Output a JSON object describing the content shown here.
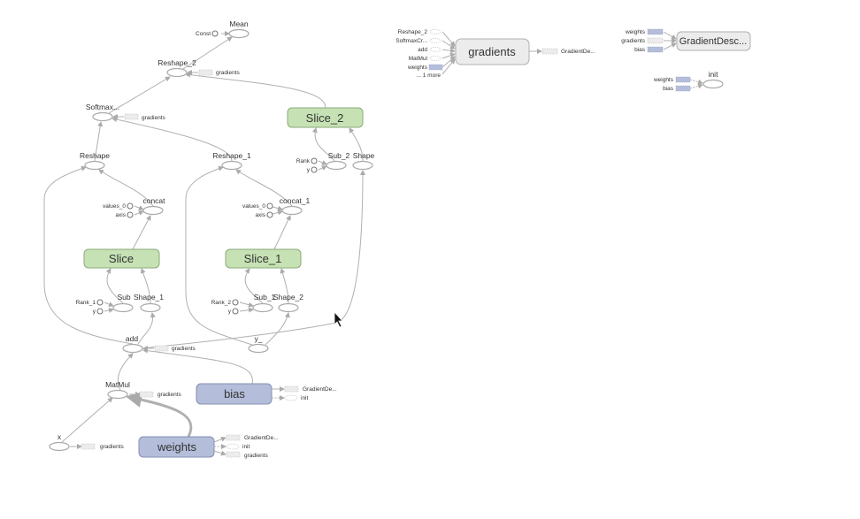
{
  "graph": {
    "nodes": {
      "mean": "Mean",
      "const": "Const",
      "reshape_2": "Reshape_2",
      "softmax": "Softmax...",
      "reshape": "Reshape",
      "reshape_1": "Reshape_1",
      "slice_2": "Slice_2",
      "rank": "Rank",
      "y": "y",
      "sub_2": "Sub_2",
      "shape": "Shape",
      "concat": "concat",
      "concat_1": "concat_1",
      "values_0": "values_0",
      "axis": "axis",
      "slice": "Slice",
      "slice_1": "Slice_1",
      "rank_1": "Rank_1",
      "sub": "Sub",
      "shape_1": "Shape_1",
      "rank_2": "Rank_2",
      "sub_1": "Sub_1",
      "shape_2": "Shape_2",
      "add": "add",
      "y_": "y_",
      "matmul": "MatMul",
      "bias": "bias",
      "x": "x",
      "weights": "weights",
      "gradients": "gradients",
      "gradient_descent": "GradientDesc...",
      "init": "init"
    },
    "aux": {
      "gradients": "gradients",
      "gradient_de": "GradientDe...",
      "init": "init",
      "gradients_inputs": [
        "Reshape_2",
        "SoftmaxCr...",
        "add",
        "MatMul",
        "weights",
        "... 1 more"
      ],
      "gd_inputs": [
        "weights",
        "gradients",
        "bias"
      ],
      "init_inputs": [
        "weights",
        "bias"
      ]
    },
    "colors": {
      "slice": "#c6e2b4",
      "variable": "#b4bedb",
      "meta": "#ececec"
    }
  }
}
